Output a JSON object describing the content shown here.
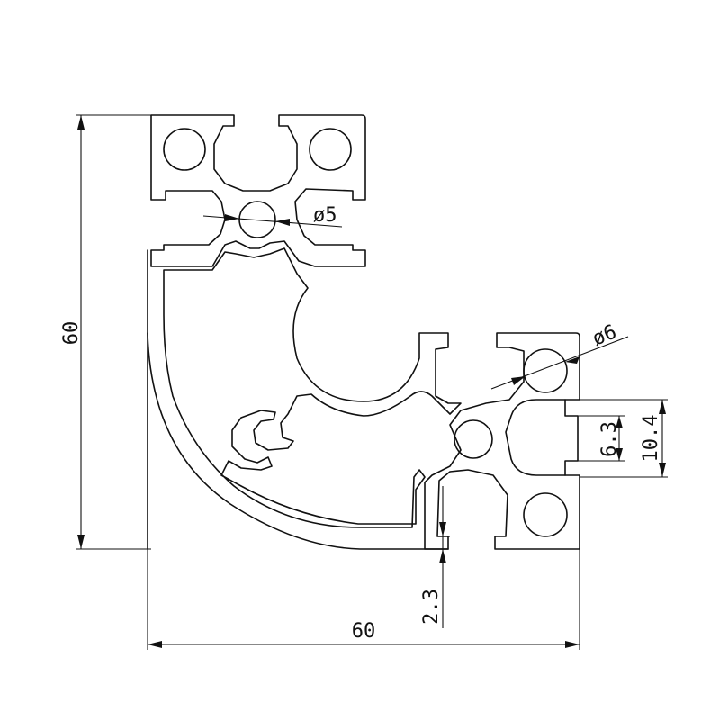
{
  "drawing": {
    "dimensions": {
      "height": "60",
      "width": "60",
      "hole_small": "ø5",
      "hole_large": "ø6",
      "slot_inner": "6.3",
      "slot_outer": "10.4",
      "wall": "2.3"
    },
    "colors": {
      "line": "#111111",
      "background": "#ffffff"
    }
  }
}
